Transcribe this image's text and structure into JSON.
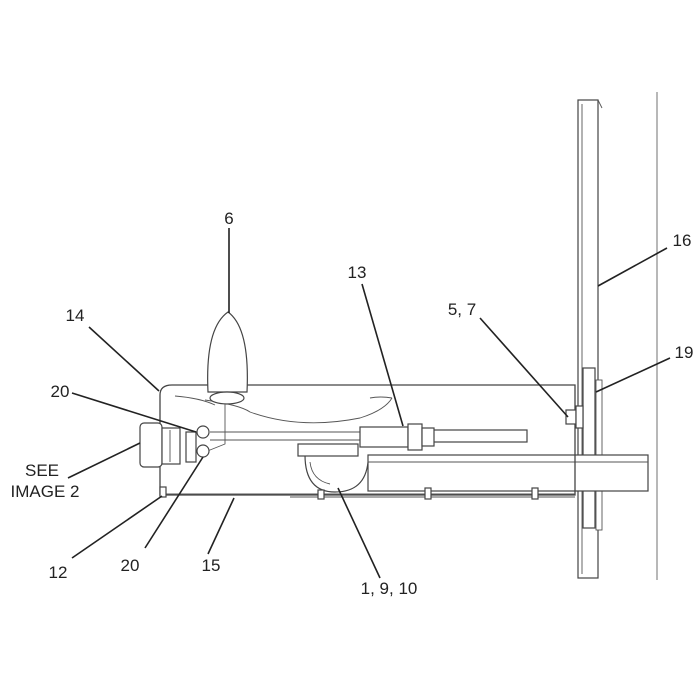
{
  "callouts": {
    "c6": "6",
    "c13": "13",
    "c14": "14",
    "c16": "16",
    "c57": "5, 7",
    "c19": "19",
    "c20a": "20",
    "see_line1": "SEE",
    "see_line2": "IMAGE 2",
    "c12": "12",
    "c20b": "20",
    "c15": "15",
    "c1910": "1, 9, 10"
  }
}
